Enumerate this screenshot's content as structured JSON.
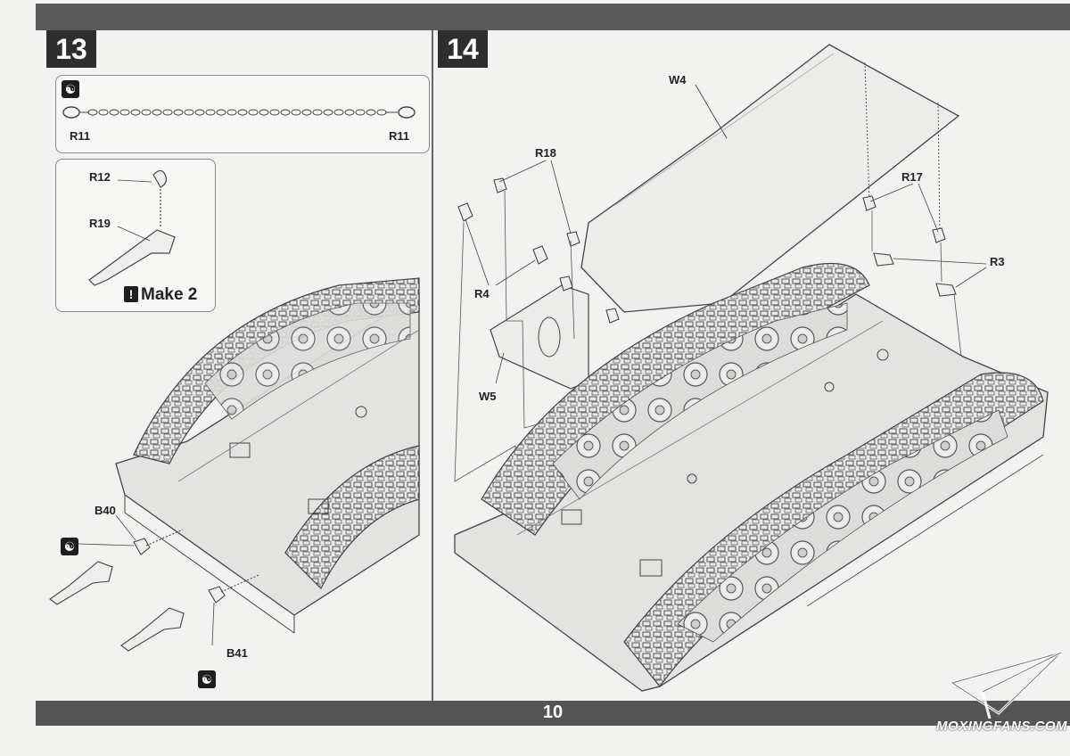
{
  "page": {
    "number": "10"
  },
  "step13": {
    "number": "13",
    "panel_top": {
      "label_left": "R11",
      "label_right": "R11"
    },
    "panel_sub": {
      "label_r12": "R12",
      "label_r19": "R19",
      "make_note": "Make 2"
    },
    "labels": {
      "b40": "B40",
      "b41": "B41"
    }
  },
  "step14": {
    "number": "14",
    "labels": {
      "w4": "W4",
      "r18": "R18",
      "r17": "R17",
      "r3": "R3",
      "r4": "R4",
      "w5": "W5"
    }
  },
  "watermark": {
    "text": "MOXINGFANS.COM"
  },
  "icons": {
    "glue": "glue-icon",
    "attention": "exclamation-icon"
  }
}
